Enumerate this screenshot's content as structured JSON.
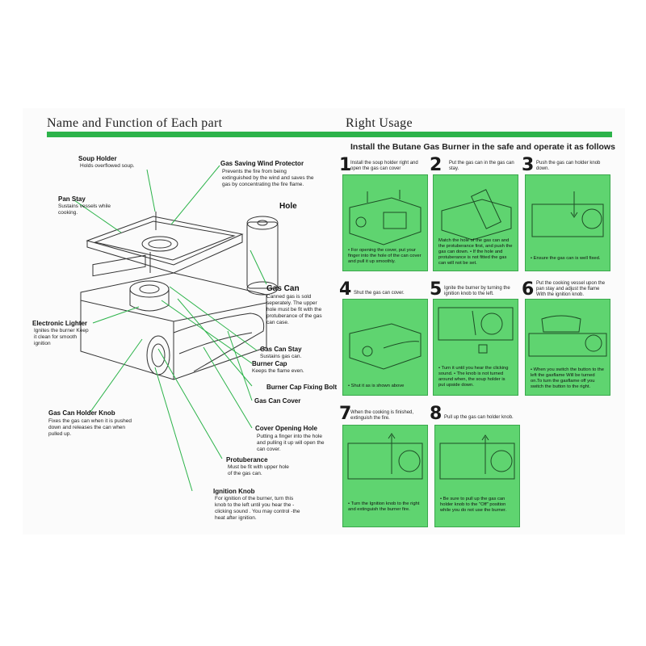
{
  "left_title": "Name and Function of Each part",
  "right_title": "Right Usage",
  "subhead": "Install  the Butane Gas Burner in the safe and operate it as follows",
  "parts": {
    "soup_holder": {
      "name": "Soup Holder",
      "desc": "Holds overflowed soup."
    },
    "gas_saving": {
      "name": "Gas Saving Wind Protector",
      "desc": "Prevents the fire from being extinguished by the wind and saves the gas by concentrating the fire flame."
    },
    "pan_stay": {
      "name": "Pan Stay",
      "desc": "Sustains vessels while cooking."
    },
    "hole": {
      "name": "Hole"
    },
    "gas_can": {
      "name": "Gas Can",
      "desc": "Canned gas is sold seperately. The upper hole must be fit with the protuberance of the gas can case."
    },
    "electronic_lighter": {
      "name": "Electronic Lighter",
      "desc": "Ignites the burner Keep it clean for smooth ignition"
    },
    "gas_can_stay": {
      "name": "Gas Can Stay",
      "desc": "Sustains gas can."
    },
    "burner_cap": {
      "name": "Burner Cap",
      "desc": "Keeps the flame even."
    },
    "burner_cap_bolt": {
      "name": "Burner Cap Fixing Bolt"
    },
    "gas_can_cover": {
      "name": "Gas Can Cover"
    },
    "holder_knob": {
      "name": "Gas Can Holder Knob",
      "desc": "Fixes the gas can when it is pushed down and releases the can when pulled up."
    },
    "cover_hole": {
      "name": "Cover Opening Hole",
      "desc": "Putting a finger into the hole and pulling it up will open the can cover."
    },
    "protuberance": {
      "name": "Protuberance",
      "desc": "Must be fit with upper hole of the gas can."
    },
    "ignition_knob": {
      "name": "Ignition Knob",
      "desc": "For ignition of the burner, turn this knob to the left until you hear the -clicking sound . You may control -the heat after ignition."
    }
  },
  "steps": [
    {
      "n": "1",
      "text": "Install the soup holder right and open the gas can cover",
      "caption": "• For opening the cover, put your finger into the hole of the can cover and pull it up smoothly."
    },
    {
      "n": "2",
      "text": "Put the gas can in the gas can stay.",
      "caption": "Match the hole of the gas can and the protuberance first, and push the gas can down. • If the hole and protuberance is not fitted the gas can will not be set."
    },
    {
      "n": "3",
      "text": "Push the gas can holder knob down.",
      "caption": "• Ensure the gas can is well fixed."
    },
    {
      "n": "4",
      "text": "Shut the gas can cover.",
      "caption": "• Shut it as is shown above"
    },
    {
      "n": "5",
      "text": "Ignite the burner by turning the ignition knob to the left.",
      "caption": "• Turn it until you hear the clicking sound. • The knob is not turned around when, the soup holder is put upside down."
    },
    {
      "n": "6",
      "text": "Put the cooking vessel upon the pan stay and adjust the flame With the ignition knob.",
      "caption": "• When you switch the button to the left the gasflame Will be turned on.To turn the gasflame off you switch the button to the right."
    },
    {
      "n": "7",
      "text": "When the cooking is finished, extinguish the fire.",
      "caption": "• Turn the Ignition knob to the right and extinguish the burner fire."
    },
    {
      "n": "8",
      "text": "Pull up the gas can holder knob.",
      "caption": "• Be sure to pull up the gas can holder knob to the \"Off\" position while you do not use the burner."
    }
  ],
  "colors": {
    "accent": "#2cb34a",
    "panel": "#5fd470"
  }
}
